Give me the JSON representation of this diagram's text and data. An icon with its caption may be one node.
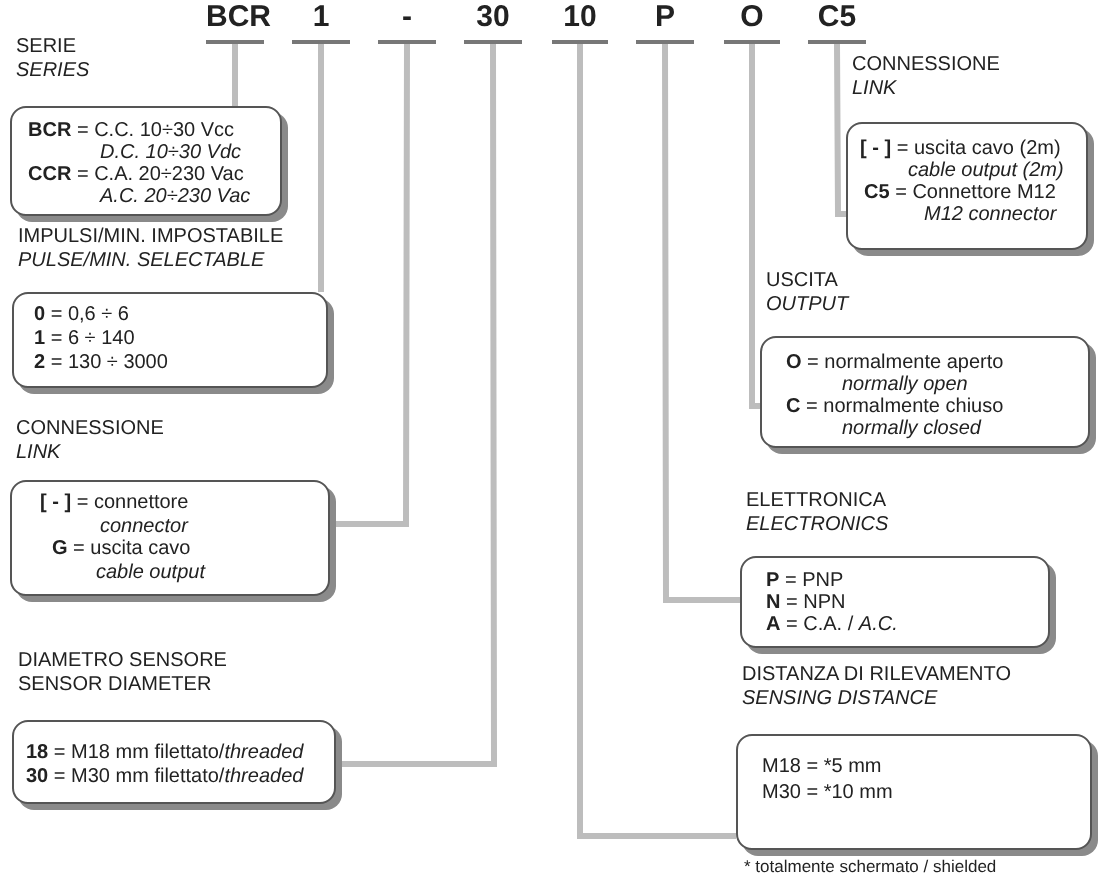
{
  "diagram": {
    "nodes": [
      {
        "text": [
          "BCR"
        ]
      },
      {
        "text": [
          "1"
        ]
      },
      {
        "text": [
          "-"
        ]
      },
      {
        "text": [
          "30"
        ]
      },
      {
        "text": [
          "10"
        ]
      },
      {
        "text": [
          "P"
        ]
      },
      {
        "text": [
          "O"
        ]
      },
      {
        "text": [
          "C5"
        ]
      },
      {
        "text": [
          "SERIE",
          "*SERIES*",
          "**BCR** = C.C. 10÷30 Vcc",
          "*D.C. 10÷30 Vdc*",
          "**CCR** = C.A. 20÷230 Vac",
          "*A.C. 20÷230 Vac*"
        ]
      },
      {
        "text": [
          "IMPULSI/MIN. IMPOSTABILE",
          "*PULSE/MIN. SELECTABLE*",
          "**0** = 0,6 ÷ 6",
          "**1** = 6 ÷ 140",
          "**2** = 130 ÷ 3000"
        ]
      },
      {
        "text": [
          "CONNESSIONE",
          "*LINK*",
          "**[ - ]** = connettore",
          "*connector*",
          "**G** = uscita cavo",
          "*cable output*"
        ]
      },
      {
        "text": [
          "DIAMETRO SENSORE",
          "SENSOR DIAMETER",
          "**18** = M18 mm filettato/*threaded*",
          "**30** = M30 mm filettato/*threaded*"
        ]
      },
      {
        "text": [
          "CONNESSIONE",
          "*LINK*",
          "**[ - ]** = uscita cavo (2m)",
          "*cable output (2m)*",
          "**C5** = Connettore M12",
          "*M12 connector*"
        ]
      },
      {
        "text": [
          "USCITA",
          "*OUTPUT*",
          "**O** = normalmente aperto",
          "*normally open*",
          "**C** = normalmente chiuso",
          "*normally closed*"
        ]
      },
      {
        "text": [
          "ELETTRONICA",
          "*ELECTRONICS*",
          "**P** = PNP",
          "**N** = NPN",
          "**A** = C.A. / *A.C.*"
        ]
      },
      {
        "text": [
          "DISTANZA DI RILEVAMENTO",
          "*SENSING DISTANCE*",
          "M18 = *5 mm",
          "M30 = *10 mm"
        ]
      }
    ],
    "edges": [
      {
        "from": 0,
        "to": 8,
        "arrow": "none"
      },
      {
        "from": 1,
        "to": 9,
        "arrow": "none"
      },
      {
        "from": 2,
        "to": 10,
        "arrow": "none"
      },
      {
        "from": 3,
        "to": 11,
        "arrow": "none"
      },
      {
        "from": 4,
        "to": 15,
        "arrow": "none"
      },
      {
        "from": 5,
        "to": 14,
        "arrow": "none"
      },
      {
        "from": 6,
        "to": 13,
        "arrow": "none"
      },
      {
        "from": 7,
        "to": 12,
        "arrow": "none"
      }
    ],
    "labels": [
      "* totalmente schermato / shielded"
    ]
  }
}
